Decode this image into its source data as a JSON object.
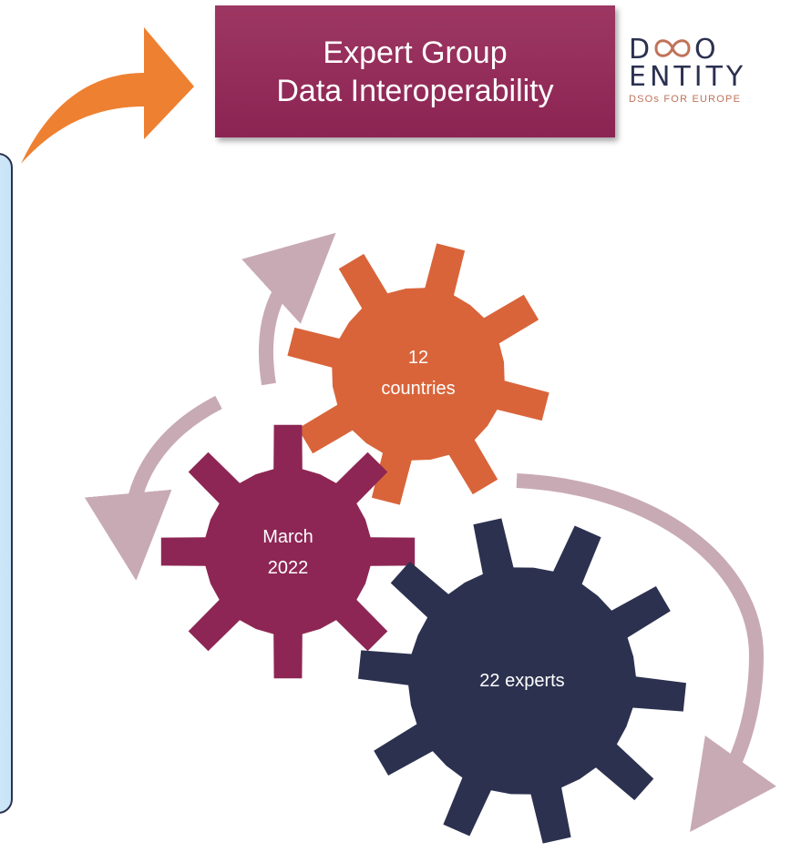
{
  "title_box": {
    "line1": "Expert Group",
    "line2": "Data Interoperability"
  },
  "logo": {
    "top": "DSO",
    "bottom": "ENTITY",
    "tagline": "DSOs FOR EUROPE"
  },
  "gears": [
    {
      "id": "orange",
      "lines": [
        "12",
        "countries"
      ],
      "color": "#d9643a"
    },
    {
      "id": "maroon",
      "lines": [
        "March",
        "2022"
      ],
      "color": "#8d2655"
    },
    {
      "id": "navy",
      "lines": [
        "22 experts"
      ],
      "color": "#2c3150"
    }
  ],
  "colors": {
    "arrow_orange": "#ee8032",
    "cycle_arrow": "#c8aab4",
    "side_panel_border": "#2c3150"
  }
}
